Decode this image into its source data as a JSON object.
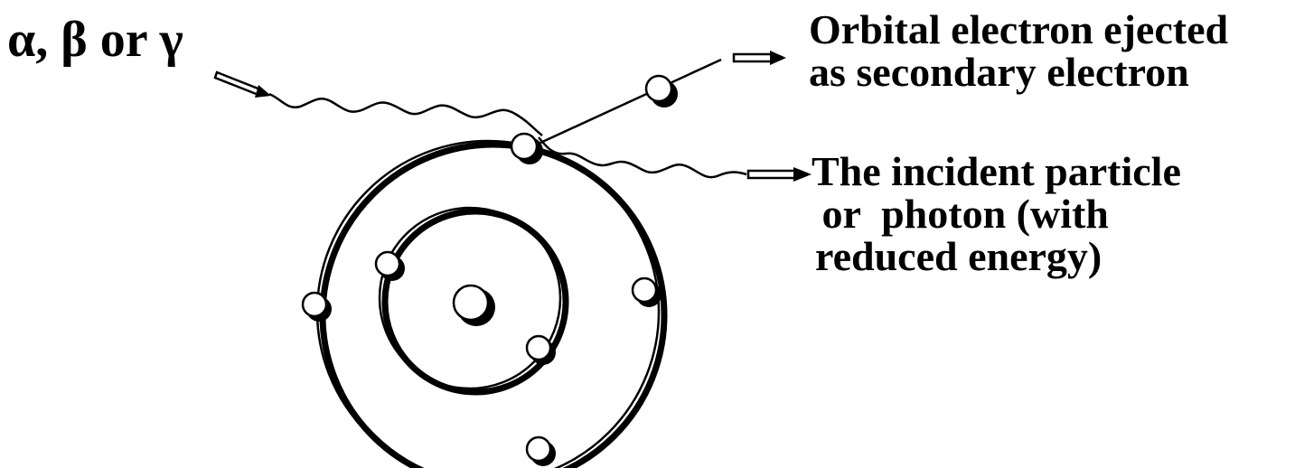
{
  "labels": {
    "incident": "α, β or γ",
    "ejected": [
      "Orbital electron ejected",
      "as secondary electron"
    ],
    "outgoing": [
      "The incident particle",
      " or  photon (with",
      "reduced energy)"
    ]
  },
  "colors": {
    "ink": "#000000",
    "background": "#ffffff",
    "fill": "#ffffff"
  }
}
